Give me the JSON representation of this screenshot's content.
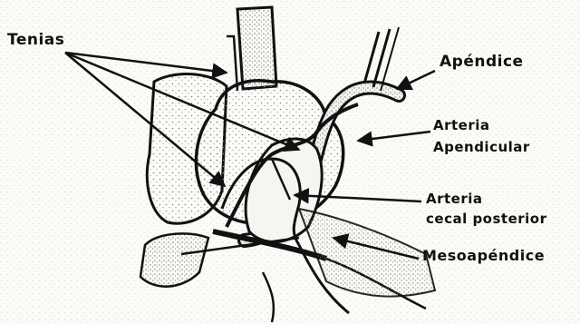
{
  "labels": {
    "tenias": "Tenias",
    "apendice": "Apéndice",
    "arteria_apendicular_1": "Arteria",
    "arteria_apendicular_2": "Apendicular",
    "arteria_cecal_1": "Arteria",
    "arteria_cecal_2": "cecal posterior",
    "mesoapendice": "Mesoapéndice"
  },
  "colors": {
    "ink": "#111111",
    "paper": "#fbfbf8",
    "stipple": "#8a8a8a"
  }
}
